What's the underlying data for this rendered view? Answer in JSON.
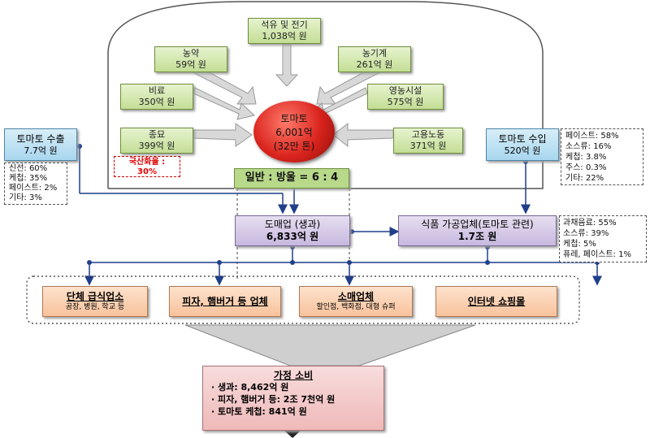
{
  "center": {
    "name": "토마토",
    "value": "6,001억",
    "sub": "(32만 톤)"
  },
  "inputs": {
    "oil": {
      "name": "석유 및 전기",
      "value": "1,038억 원"
    },
    "pesticide": {
      "name": "농약",
      "value": "59억 원"
    },
    "machinery": {
      "name": "농기계",
      "value": "261억 원"
    },
    "fertilizer": {
      "name": "비료",
      "value": "350억 원"
    },
    "facility": {
      "name": "영농시설",
      "value": "575억 원"
    },
    "seed": {
      "name": "종묘",
      "value": "399억 원"
    },
    "labor": {
      "name": "고용노동",
      "value": "371억 원"
    }
  },
  "seed_note": {
    "line1": "국산화율 :",
    "line2": "30%"
  },
  "ratio": "일반 : 방울 = 6 : 4",
  "export": {
    "name": "토마토 수출",
    "value": "7.7억 원",
    "breakdown": [
      "신선: 60%",
      "케첩: 35%",
      "페이스트: 2%",
      "기타: 3%"
    ]
  },
  "import": {
    "name": "토마토 수입",
    "value": "520억 원",
    "breakdown": [
      "페이스트: 58%",
      "소스류: 16%",
      "케첩:   3.8%",
      "주스:   0.3%",
      "기타:   22%"
    ]
  },
  "wholesale": {
    "name": "도매업 (생과)",
    "value": "6,833억 원"
  },
  "processor": {
    "name": "식품 가공업체(토마토 관련)",
    "value": "1.7조 원",
    "breakdown": [
      "과채음료: 55%",
      "소스류: 39%",
      "케첩:      5%",
      "퓨레, 페이스트: 1%"
    ]
  },
  "channels": {
    "catering": {
      "name": "단체 급식업소",
      "sub": "공장, 병원, 학교 등"
    },
    "pizza": {
      "name": "피자, 햄버거 등 업체"
    },
    "retail": {
      "name": "소매업체",
      "sub": "할인점, 백화점, 대형 슈퍼"
    },
    "online": {
      "name": "인터넷 쇼핑몰"
    }
  },
  "household": {
    "title": "가정 소비",
    "items": [
      "· 생과: 8,462억 원",
      "· 피자, 햄버거  등: 2조 7천억 원",
      "· 토마토 케첩: 841억 원"
    ]
  },
  "colors": {
    "green": "#c3de95",
    "blue": "#a8d6ee",
    "purple": "#c7b8df",
    "orange": "#f8c29c",
    "pink": "#efb9b9",
    "tomato": "#d9231d",
    "red_note": "#e00000",
    "arrow": "#1f3f8a"
  }
}
